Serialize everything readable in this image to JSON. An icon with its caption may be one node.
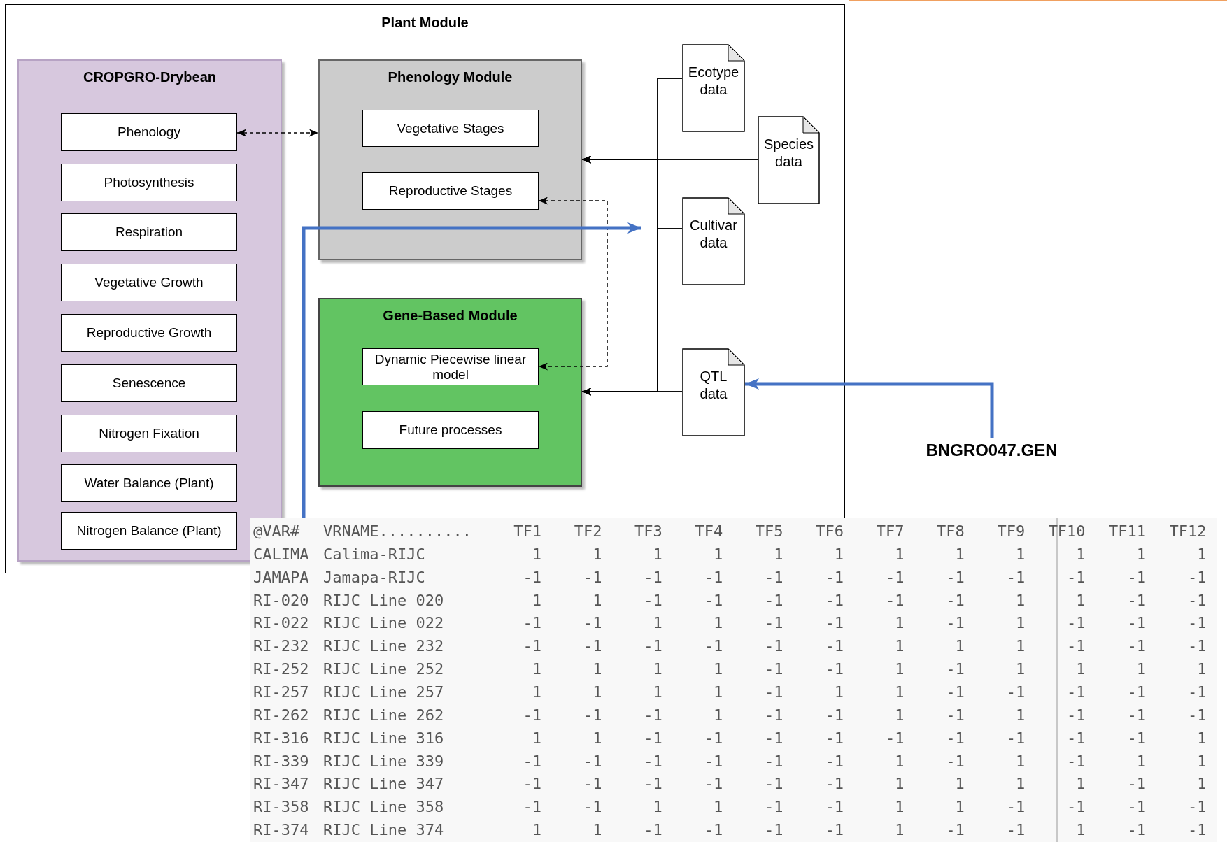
{
  "diagram": {
    "nodes": [
      {
        "text": [
          "Plant Module"
        ]
      },
      {
        "text": [
          "CROPGRO-Drybean"
        ],
        "in": 0
      },
      {
        "text": [
          "Phenology"
        ],
        "in": 1
      },
      {
        "text": [
          "Photosynthesis"
        ],
        "in": 1
      },
      {
        "text": [
          "Respiration"
        ],
        "in": 1
      },
      {
        "text": [
          "Vegetative Growth"
        ],
        "in": 1
      },
      {
        "text": [
          "Reproductive Growth"
        ],
        "in": 1
      },
      {
        "text": [
          "Senescence"
        ],
        "in": 1
      },
      {
        "text": [
          "Nitrogen Fixation"
        ],
        "in": 1
      },
      {
        "text": [
          "Water Balance (Plant)"
        ],
        "in": 1
      },
      {
        "text": [
          "Nitrogen Balance (Plant)"
        ],
        "in": 1
      },
      {
        "text": [
          "Phenology Module"
        ],
        "in": 0
      },
      {
        "text": [
          "Vegetative Stages"
        ],
        "in": 11
      },
      {
        "text": [
          "Reproductive Stages"
        ],
        "in": 11
      },
      {
        "text": [
          "Gene-Based Module"
        ],
        "in": 0
      },
      {
        "text": [
          "Dynamic Piecewise linear model"
        ],
        "in": 14
      },
      {
        "text": [
          "Future processes"
        ],
        "in": 14
      },
      {
        "text": [
          "Ecotype data"
        ],
        "in": 0
      },
      {
        "text": [
          "Species data"
        ],
        "in": 0
      },
      {
        "text": [
          "Cultivar data"
        ],
        "in": 0
      },
      {
        "text": [
          "QTL data"
        ],
        "in": 0
      },
      {
        "text": [
          "BNGRO047.GEN"
        ]
      },
      {
        "text": [],
        "shape": "box"
      }
    ],
    "edges": [
      {
        "from": 2,
        "to": 11,
        "arrow": "both",
        "style": "dashed"
      },
      {
        "from": 17,
        "to": 11,
        "arrow": "to"
      },
      {
        "from": 17,
        "to": 14,
        "arrow": "to"
      },
      {
        "from": 18,
        "to": 11,
        "arrow": "to"
      },
      {
        "from": 18,
        "to": 14,
        "arrow": "to"
      },
      {
        "from": 19,
        "to": 11,
        "arrow": "to"
      },
      {
        "from": 19,
        "to": 14,
        "arrow": "to"
      },
      {
        "from": 20,
        "to": 11,
        "arrow": "to"
      },
      {
        "from": 20,
        "to": 14,
        "arrow": "to"
      },
      {
        "from": 13,
        "to": 15,
        "arrow": "both",
        "style": "dashed"
      },
      {
        "from": 21,
        "to": 20,
        "arrow": "to",
        "style": "thick",
        "color": "#4472c4"
      },
      {
        "from": 22,
        "to": null,
        "arrow": "to",
        "style": "thick",
        "color": "#4472c4"
      }
    ],
    "labels": [
      "@VAR#",
      "VRNAME..........",
      "TF1",
      "TF2",
      "TF3",
      "TF4",
      "TF5",
      "TF6",
      "TF7",
      "TF8",
      "TF9",
      "TF10",
      "TF11",
      "TF12",
      "CALIMA",
      "Calima-RIJC",
      "1",
      "1",
      "1",
      "1",
      "1",
      "1",
      "1",
      "1",
      "1",
      "1",
      "1",
      "1",
      "JAMAPA",
      "Jamapa-RIJC",
      "-1",
      "-1",
      "-1",
      "-1",
      "-1",
      "-1",
      "-1",
      "-1",
      "-1",
      "-1",
      "-1",
      "-1",
      "RI-020",
      "RIJC Line 020",
      "1",
      "1",
      "-1",
      "-1",
      "-1",
      "-1",
      "-1",
      "-1",
      "1",
      "1",
      "-1",
      "-1",
      "RI-022",
      "RIJC Line 022",
      "-1",
      "-1",
      "1",
      "1",
      "-1",
      "-1",
      "1",
      "-1",
      "1",
      "-1",
      "-1",
      "-1",
      "RI-232",
      "RIJC Line 232",
      "-1",
      "-1",
      "-1",
      "-1",
      "-1",
      "-1",
      "1",
      "1",
      "1",
      "-1",
      "-1",
      "-1",
      "RI-252",
      "RIJC Line 252",
      "1",
      "1",
      "1",
      "1",
      "-1",
      "-1",
      "1",
      "-1",
      "1",
      "1",
      "1",
      "1",
      "RI-257",
      "RIJC Line 257",
      "1",
      "1",
      "1",
      "1",
      "-1",
      "1",
      "1",
      "-1",
      "-1",
      "-1",
      "-1",
      "-1",
      "RI-262",
      "RIJC Line 262",
      "-1",
      "-1",
      "-1",
      "1",
      "-1",
      "-1",
      "1",
      "-1",
      "1",
      "-1",
      "-1",
      "-1",
      "RI-316",
      "RIJC Line 316",
      "1",
      "1",
      "-1",
      "-1",
      "-1",
      "-1",
      "-1",
      "-1",
      "-1",
      "-1",
      "-1",
      "1",
      "RI-339",
      "RIJC Line 339",
      "-1",
      "-1",
      "-1",
      "-1",
      "-1",
      "-1",
      "1",
      "-1",
      "1",
      "-1",
      "1",
      "1",
      "RI-347",
      "RIJC Line 347",
      "-1",
      "-1",
      "-1",
      "-1",
      "-1",
      "-1",
      "1",
      "1",
      "1",
      "1",
      "-1",
      "1",
      "RI-358",
      "RIJC Line 358",
      "-1",
      "-1",
      "1",
      "1",
      "-1",
      "-1",
      "1",
      "1",
      "-1",
      "-1",
      "-1",
      "-1",
      "RI-374",
      "RIJC Line 374",
      "1",
      "1",
      "-1",
      "-1",
      "-1",
      "-1",
      "1",
      "-1",
      "-1",
      "1",
      "-1",
      "-1"
    ]
  }
}
